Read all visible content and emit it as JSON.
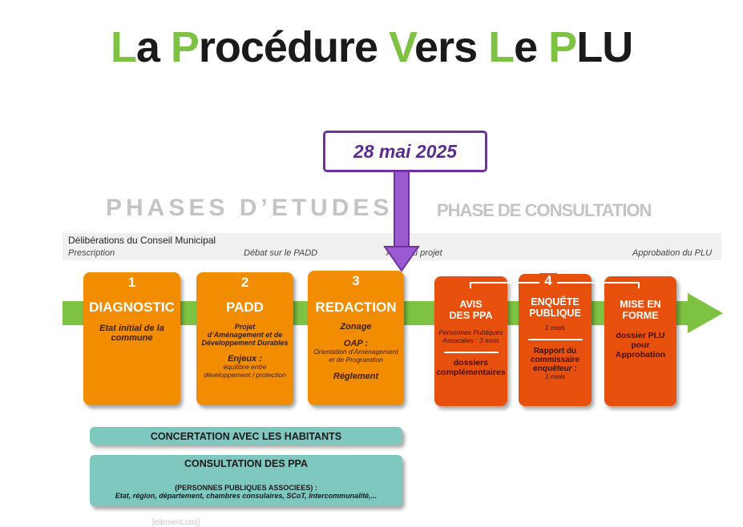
{
  "title": {
    "p1": "L",
    "p2": "a ",
    "p3": "P",
    "p4": "rocédure ",
    "p5": "V",
    "p6": "ers ",
    "p7": "L",
    "p8": "e ",
    "p9": "P",
    "p10": "LU"
  },
  "date_marker": "28 mai 2025",
  "phases": {
    "etudes": "PHASES D’ETUDES",
    "consultation": "PHASE DE CONSULTATION"
  },
  "deliberations": {
    "title": "Délibérations du Conseil Municipal",
    "items": [
      "Prescription",
      "Débat sur le PADD",
      "Arrêt du projet",
      "Approbation du PLU"
    ]
  },
  "steps": [
    {
      "num": "1",
      "title": "DIAGNOSTIC",
      "line1": "Etat initial de la",
      "line2": "commune"
    },
    {
      "num": "2",
      "title": "PADD",
      "line1": "Projet",
      "line2": "d’Aménagement et de",
      "line3": "Développement Durables",
      "enjeux": "Enjeux :",
      "enjeux1": "équilibre entre",
      "enjeux2": "développement / protection"
    },
    {
      "num": "3",
      "title": "REDACTION",
      "zonage": "Zonage",
      "oap": "OAP :",
      "oap1": "Orientation d’Aménagement",
      "oap2": "et de Programtion",
      "reglement": "Réglement"
    }
  ],
  "consult_num": "4",
  "consult_steps": [
    {
      "title1": "AVIS",
      "title2": "DES PPA",
      "note1": "Personnes Publiques",
      "note2": "Associées : 3 mois",
      "extra1": "dossiers",
      "extra2": "complémentaires"
    },
    {
      "title1": "ENQUÊTE",
      "title2": "PUBLIQUE",
      "note1": "1 mois",
      "extra1": "Rapport du",
      "extra2": "commissaire",
      "extra3": "enquêteur :",
      "extra4": "1 mois"
    },
    {
      "title1": "MISE EN",
      "title2": "FORME",
      "extra1": "dossier PLU",
      "extra2": "pour",
      "extra3": "Approbation"
    }
  ],
  "concertation": "CONCERTATION AVEC LES HABITANTS",
  "consultation_ppa": {
    "title": "CONSULTATION DES PPA",
    "line1": "(PERSONNES PUBLIQUES ASSOCIEES) :",
    "line2": "Etat, région, département, chambres consulaires, SCoT, Intercommunalité,..."
  },
  "footer": "[element.cmj]",
  "colors": {
    "green": "#7dc242",
    "orange": "#f28c00",
    "red_orange": "#e8500e",
    "purple": "#7030a0",
    "teal": "#7fc8c0"
  }
}
